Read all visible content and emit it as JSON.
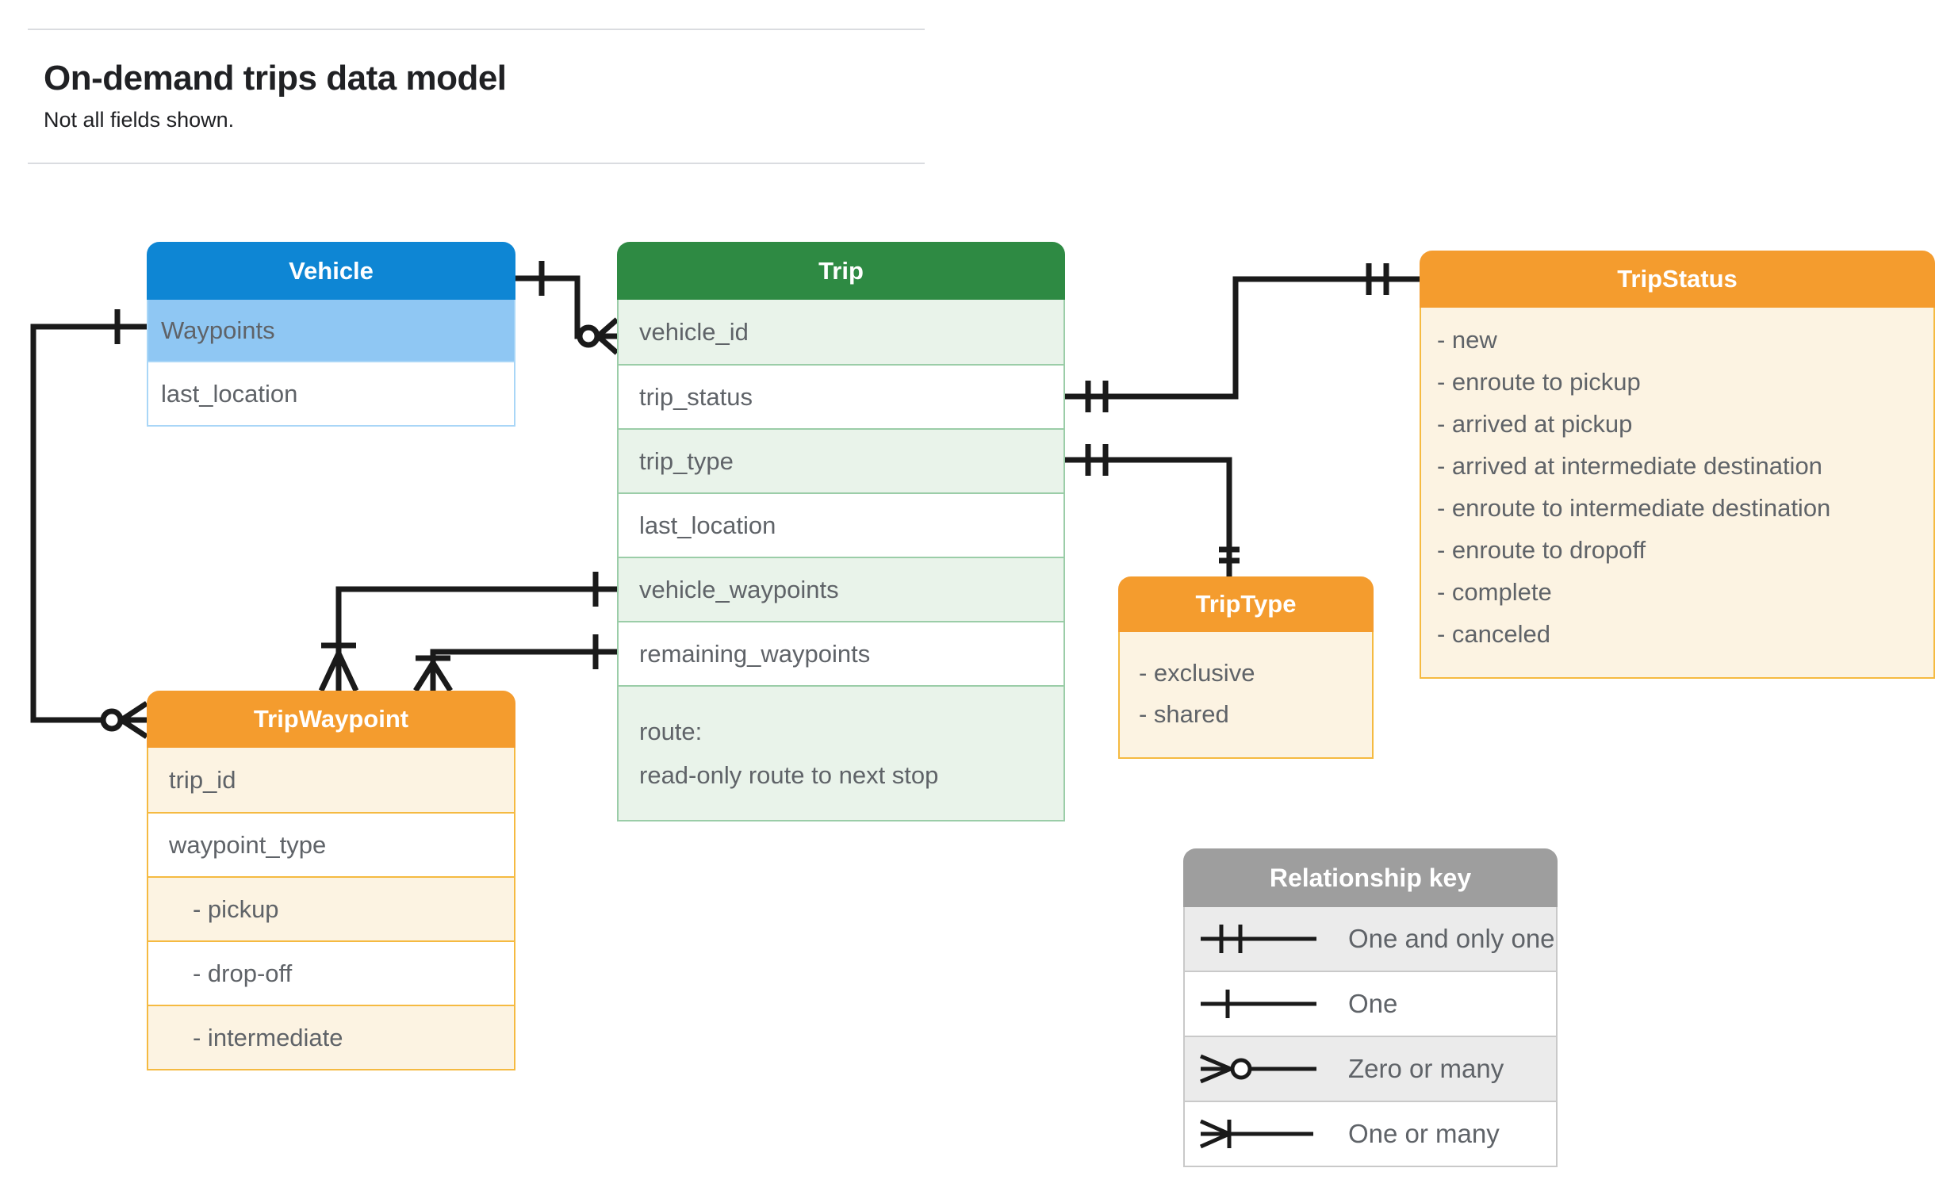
{
  "page": {
    "title": "On-demand trips data model",
    "subtitle": "Not all fields shown."
  },
  "entities": {
    "vehicle": {
      "title": "Vehicle",
      "fields": [
        "Waypoints",
        "last_location"
      ]
    },
    "trip": {
      "title": "Trip",
      "fields": [
        "vehicle_id",
        "trip_status",
        "trip_type",
        "last_location",
        "vehicle_waypoints",
        "remaining_waypoints"
      ],
      "route": {
        "line1": "route:",
        "line2": "read-only route to next stop"
      }
    },
    "tripStatus": {
      "title": "TripStatus",
      "values": [
        "- new",
        "- enroute to pickup",
        "- arrived at pickup",
        "- arrived at intermediate destination",
        "- enroute to intermediate destination",
        "- enroute to dropoff",
        "- complete",
        "- canceled"
      ]
    },
    "tripType": {
      "title": "TripType",
      "values": [
        "- exclusive",
        "- shared"
      ]
    },
    "tripWaypoint": {
      "title": "TripWaypoint",
      "fields": [
        "trip_id",
        "waypoint_type"
      ],
      "values": [
        "- pickup",
        "- drop-off",
        "- intermediate"
      ]
    }
  },
  "legend": {
    "title": "Relationship key",
    "items": [
      {
        "symbol": "one-and-only-one",
        "label": "One and only one"
      },
      {
        "symbol": "one",
        "label": "One"
      },
      {
        "symbol": "zero-or-many",
        "label": "Zero or many"
      },
      {
        "symbol": "one-or-many",
        "label": "One or many"
      }
    ]
  },
  "colors": {
    "vehicle_header": "#0e86d4",
    "vehicle_row_highlight": "#8fc7f3",
    "vehicle_border": "#a9d6f7",
    "trip_header": "#2e8a43",
    "trip_row_highlight": "#e9f3ea",
    "trip_border": "#9bcda8",
    "orange_header": "#f49c2e",
    "orange_row_highlight": "#fcf3e2",
    "orange_border": "#f5ba41",
    "key_header": "#9e9e9e",
    "key_row_highlight": "#ebebeb",
    "field_text": "#5f6368",
    "connector": "#1a1a1a",
    "divider": "#dadce0"
  }
}
